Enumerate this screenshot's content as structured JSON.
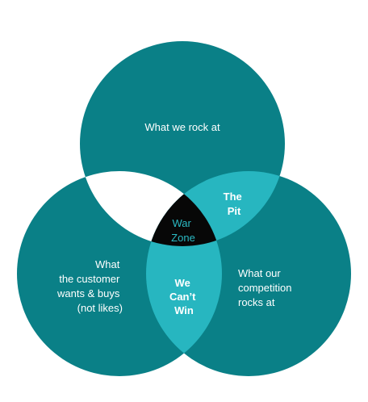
{
  "colors": {
    "circle": "#0a8087",
    "overlap": "#27b6c0",
    "center": "#070707",
    "gap": "#ffffff",
    "center_text": "#2bbac4",
    "text": "#ffffff"
  },
  "circles": {
    "top": "What we rock at",
    "left": [
      "What",
      "the customer",
      "wants & buys",
      "(not likes)"
    ],
    "right": [
      "What our",
      "competition",
      "rocks at"
    ]
  },
  "regions": {
    "top_right": [
      "The",
      "Pit"
    ],
    "left_right": [
      "We",
      "Can’t",
      "Win"
    ],
    "center": [
      "War",
      "Zone"
    ]
  }
}
